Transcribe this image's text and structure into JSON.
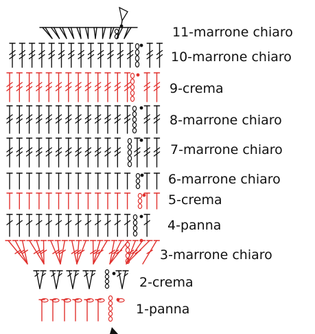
{
  "colors": {
    "black": "#111111",
    "red": "#e0302d"
  },
  "rounds": [
    {
      "label": "1-panna",
      "color": "red"
    },
    {
      "label": "2-crema",
      "color": "black"
    },
    {
      "label": "3-marrone chiaro",
      "color": "red"
    },
    {
      "label": "4-panna",
      "color": "black"
    },
    {
      "label": "5-crema",
      "color": "red"
    },
    {
      "label": "6-marrone chiaro",
      "color": "black"
    },
    {
      "label": "7-marrone chiaro",
      "color": "black"
    },
    {
      "label": "8-marrone chiaro",
      "color": "black"
    },
    {
      "label": "9-crema",
      "color": "red"
    },
    {
      "label": "10-marrone chiaro",
      "color": "black"
    },
    {
      "label": "11-marrone chiaro",
      "color": "black"
    }
  ],
  "icons": {
    "start": "start-arrow-icon",
    "end": "end-triangle-icon"
  }
}
